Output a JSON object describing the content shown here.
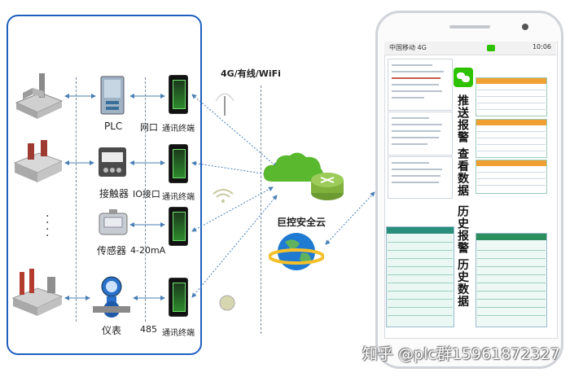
{
  "network_label": "4G/有线/WiFi",
  "cloud_label": "巨控安全云",
  "rows": [
    {
      "device": "PLC",
      "interface": "网口",
      "terminal": "通讯终端"
    },
    {
      "device": "接触器",
      "interface": "IO接口",
      "terminal": "通讯终端"
    },
    {
      "device": "传感器",
      "interface": "4-20mA",
      "terminal": ""
    },
    {
      "device": "仪表",
      "interface": "485",
      "terminal": "通讯终端"
    }
  ],
  "phone": {
    "carrier": "中国移动 4G",
    "time": "10:06",
    "features_col1": "推送报警 查看数据",
    "features_col2": "历史报警 历史数据"
  },
  "watermark": "知乎 @plc群15961872327",
  "colors": {
    "frame": "#1f5fbf",
    "cloud": "#5ab82e",
    "arrow": "#4a7fb5",
    "wechat": "#2dc100"
  }
}
